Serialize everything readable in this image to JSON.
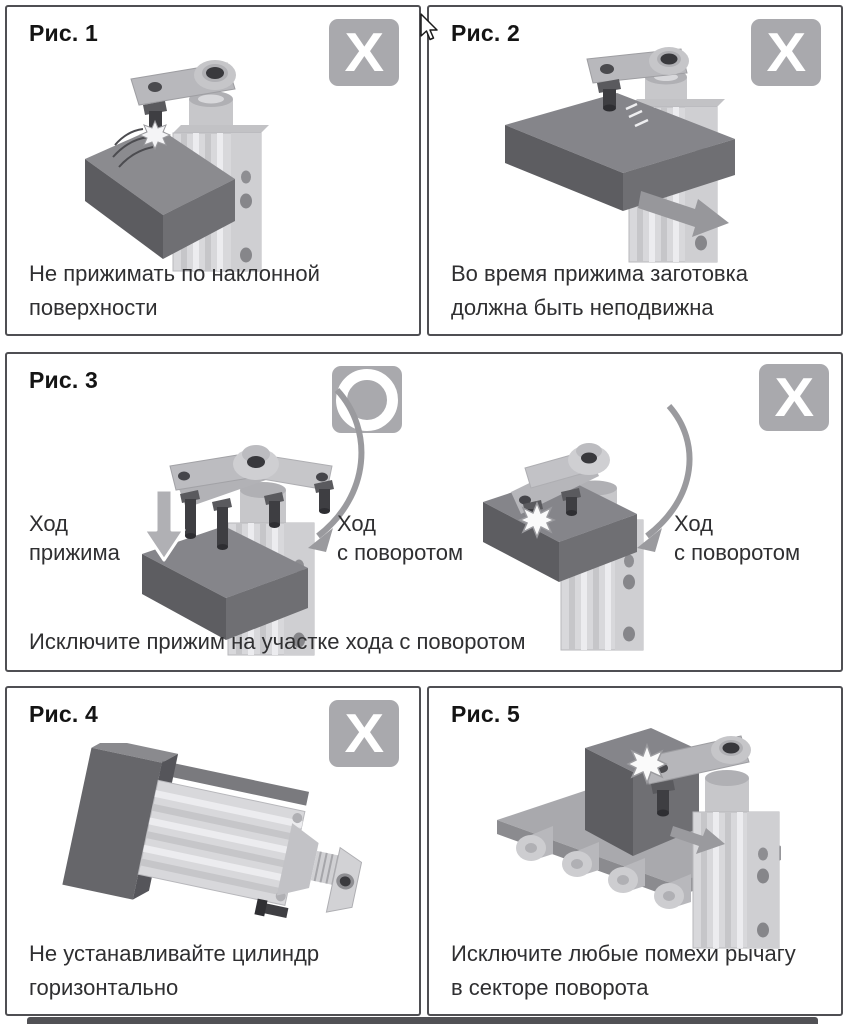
{
  "page": {
    "language": "ru",
    "background": "#ffffff",
    "panel_border_color": "#4f4f53",
    "badge_background": "#a9a9ad",
    "badge_glyph_color": "#ffffff",
    "title_color": "#141414",
    "text_color": "#2f2f31"
  },
  "icons": {
    "prohibited_glyph": "X",
    "allowed_glyph": "O-ring",
    "cursor": "arrow-pointer"
  },
  "figures": [
    {
      "title": "Рис. 1",
      "status": "prohibited",
      "caption_line1": "Не прижимать по наклонной",
      "caption_line2": "поверхности"
    },
    {
      "title": "Рис. 2",
      "status": "prohibited",
      "caption_line1": "Во время прижима заготовка",
      "caption_line2": "должна быть неподвижна"
    },
    {
      "title": "Рис. 3",
      "status_left": "allowed",
      "status_right": "prohibited",
      "labels": [
        {
          "line1": "Ход",
          "line2": "прижима"
        },
        {
          "line1": "Ход",
          "line2": "с поворотом"
        },
        {
          "line1": "Ход",
          "line2": "с поворотом"
        }
      ],
      "caption": "Исключите прижим на участке хода с поворотом"
    },
    {
      "title": "Рис. 4",
      "status": "prohibited",
      "caption_line1": "Не устанавливайте цилиндр",
      "caption_line2": "горизонтально"
    },
    {
      "title": "Рис. 5",
      "status": "none",
      "caption_line1": "Исключите любые помехи рычагу",
      "caption_line2": "в секторе поворота"
    }
  ]
}
